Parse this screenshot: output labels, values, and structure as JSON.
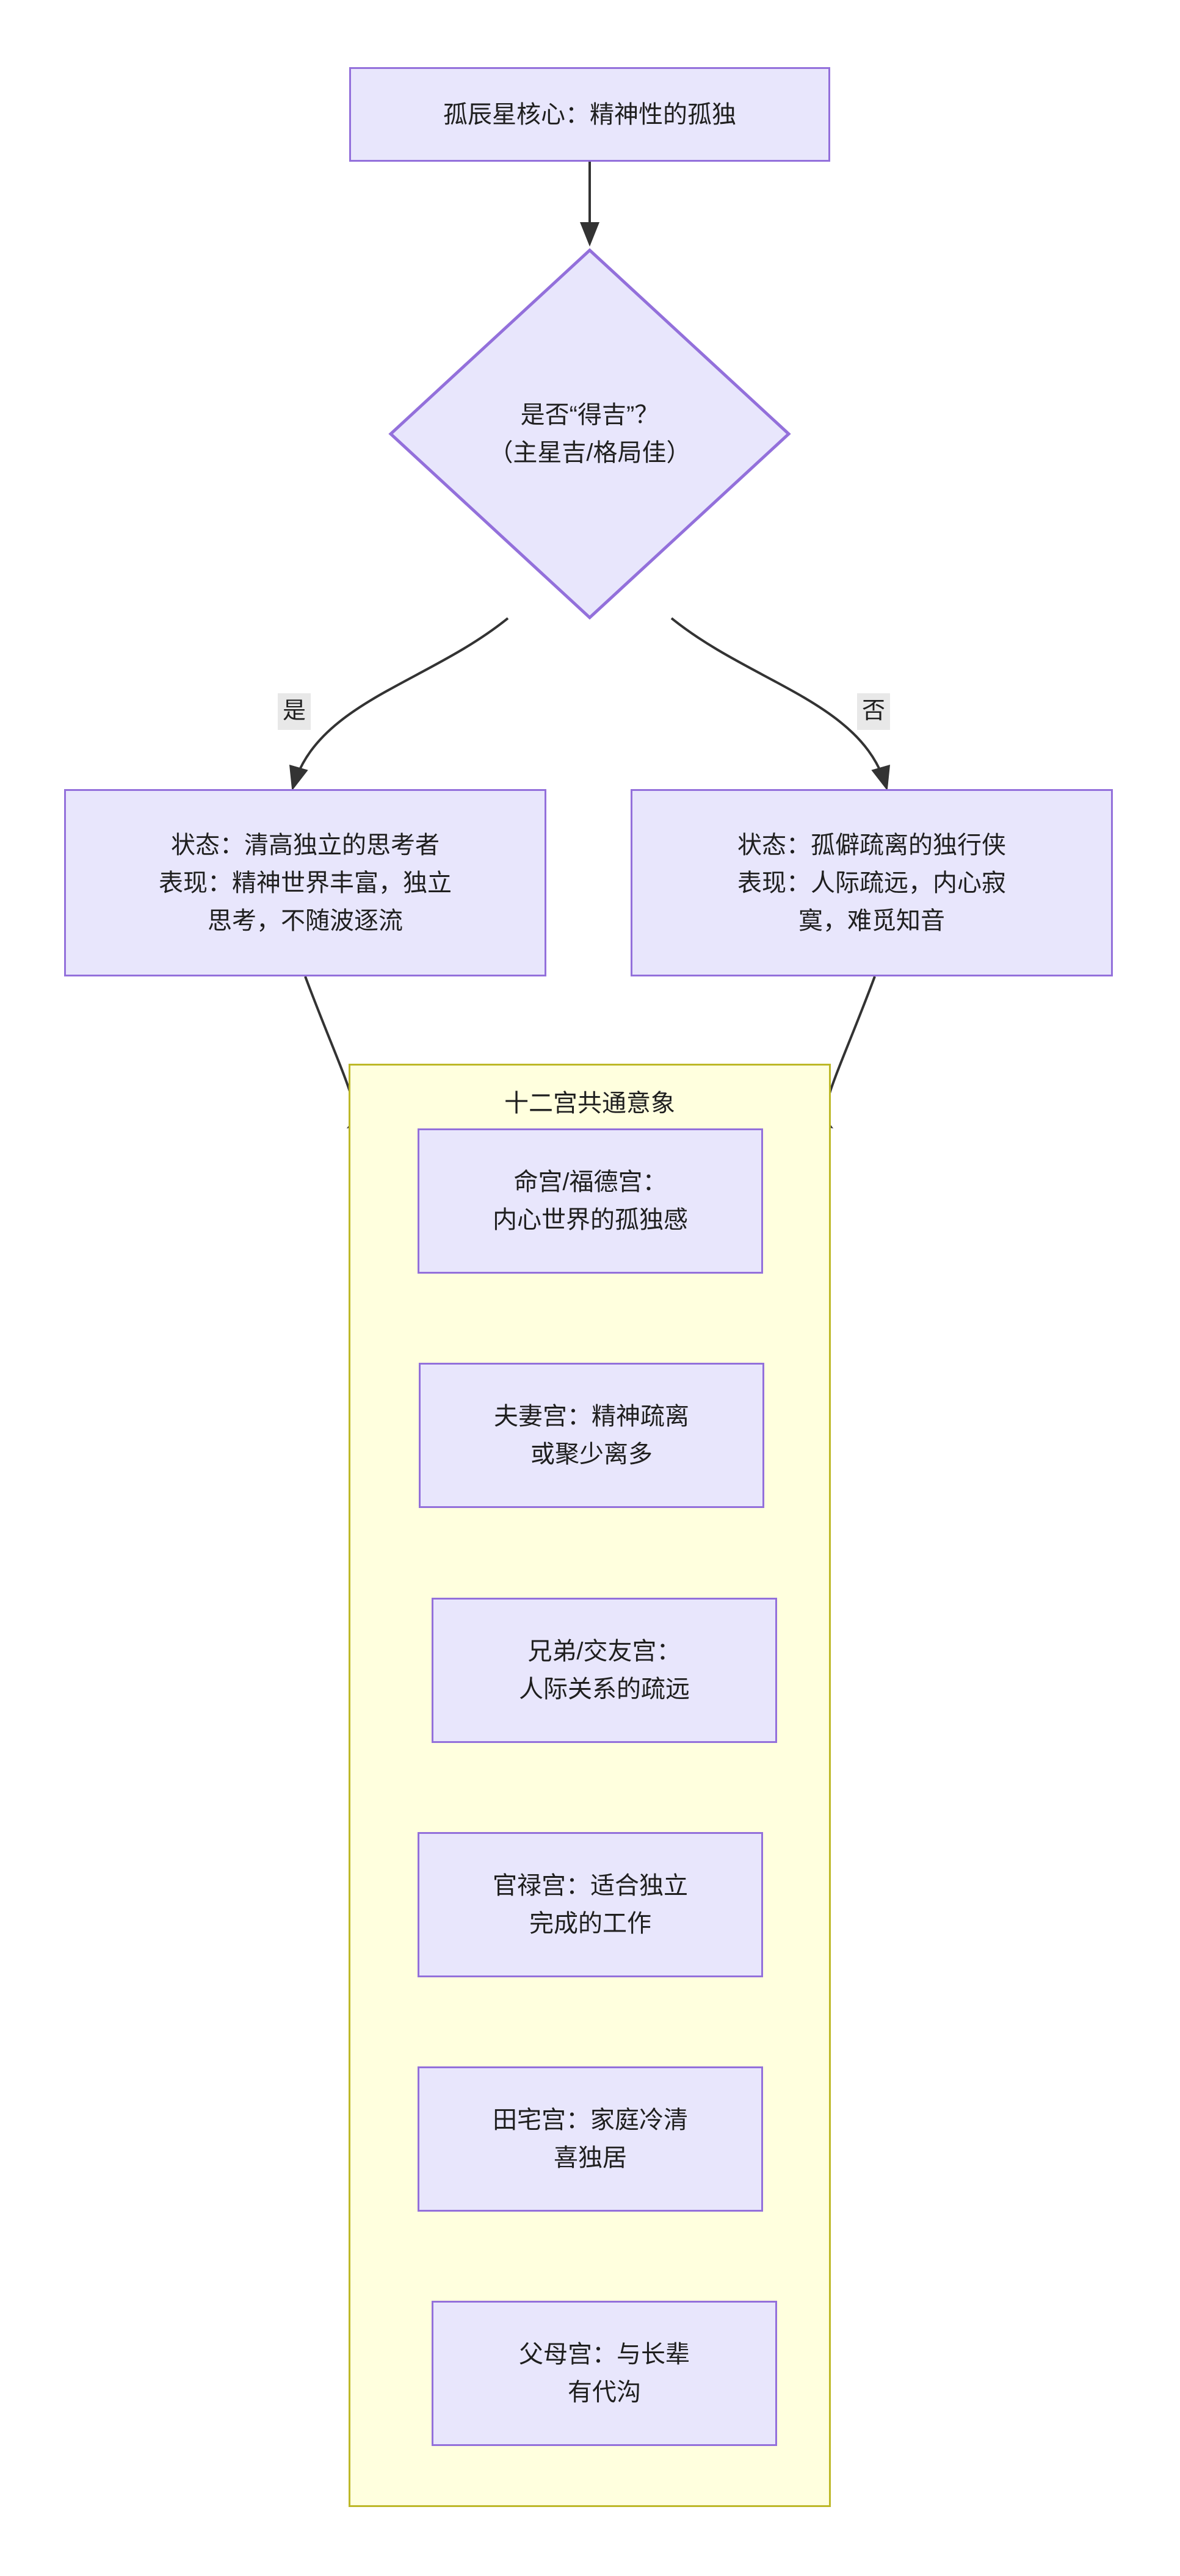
{
  "diagram": {
    "type": "flowchart",
    "direction": "top-down",
    "background": "#ffffff",
    "palette": {
      "node_fill": "#E8E6FC",
      "node_stroke": "#9370DB",
      "subgraph_fill": "#FFFFDE",
      "subgraph_stroke": "#BDB828",
      "edge_stroke": "#333333",
      "edge_label_bg": "#E8E8E8",
      "text": "#1f1f1f"
    },
    "root": {
      "id": "root-node",
      "label": "孤辰星核心：精神性的孤独"
    },
    "decision": {
      "id": "decision-node",
      "line1": "是否“得吉”？",
      "line2": "（主星吉/格局佳）",
      "label": "是否“得吉”？\n（主星吉/格局佳）"
    },
    "edge_labels": {
      "yes": "是",
      "no": "否"
    },
    "states": [
      {
        "id": "state-auspicious",
        "branch": "是",
        "line1": "状态：清高独立的思考者",
        "line2": "表现：精神世界丰富，独立",
        "line3": "思考，不随波逐流",
        "label": "状态：清高独立的思考者\n表现：精神世界丰富，独立\n思考，不随波逐流"
      },
      {
        "id": "state-inauspicious",
        "branch": "否",
        "line1": "状态：孤僻疏离的独行侠",
        "line2": "表现：人际疏远，内心寂",
        "line3": "寞，难觅知音",
        "label": "状态：孤僻疏离的独行侠\n表现：人际疏远，内心寂\n寞，难觅知音"
      }
    ],
    "subgraph": {
      "id": "twelve-palaces-group",
      "title": "十二宫共通意象",
      "nodes": [
        {
          "id": "palace-ming-fude",
          "line1": "命宫/福德宫：",
          "line2": "内心世界的孤独感",
          "label": "命宫/福德宫：\n内心世界的孤独感"
        },
        {
          "id": "palace-fuqi",
          "line1": "夫妻宫：精神疏离",
          "line2": "或聚少离多",
          "label": "夫妻宫：精神疏离\n或聚少离多"
        },
        {
          "id": "palace-xiongdi-jiaoyou",
          "line1": "兄弟/交友宫：",
          "line2": "人际关系的疏远",
          "label": "兄弟/交友宫：\n人际关系的疏远"
        },
        {
          "id": "palace-guanlu",
          "line1": "官禄宫：适合独立",
          "line2": "完成的工作",
          "label": "官禄宫：适合独立\n完成的工作"
        },
        {
          "id": "palace-tianzhai",
          "line1": "田宅宫：家庭冷清",
          "line2": "喜独居",
          "label": "田宅宫：家庭冷清\n喜独居"
        },
        {
          "id": "palace-fumu",
          "line1": "父母宫：与长辈",
          "line2": "有代沟",
          "label": "父母宫：与长辈\n有代沟"
        }
      ]
    }
  }
}
